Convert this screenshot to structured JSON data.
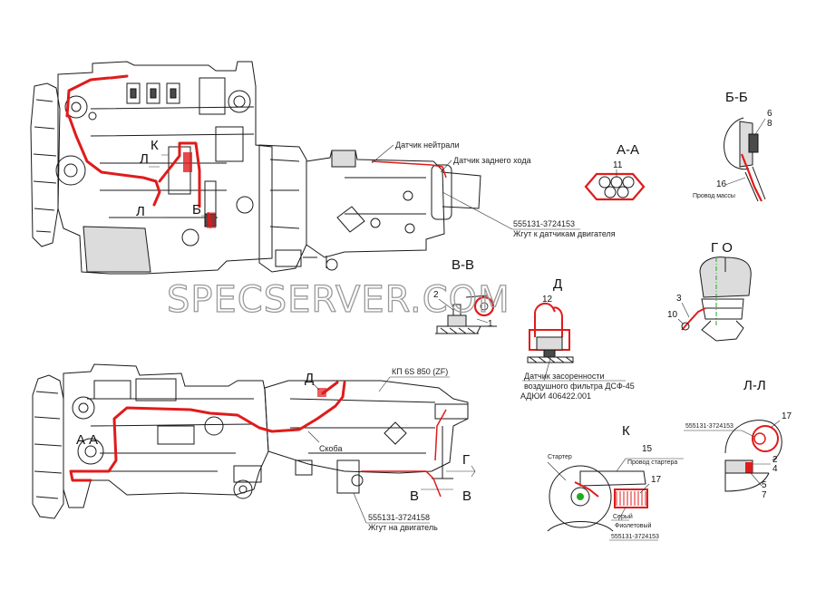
{
  "colors": {
    "wire": "#e01b1b",
    "ink": "#1a1a1a",
    "watermark": "#9a9a9a"
  },
  "watermark": "SPECSERVER.COM",
  "top_view": {
    "labels": {
      "sensor_neutral": "Датчик нейтрали",
      "sensor_reverse": "Датчик заднего хода",
      "harness_code": "555131-3724153",
      "harness_name": "Жгут к датчикам двигателя",
      "mark_k": "К",
      "mark_l1": "Л",
      "mark_l2": "Л",
      "mark_b": "Б"
    }
  },
  "bottom_view": {
    "labels": {
      "gearbox": "КП 6S 850 (ZF)",
      "bracket": "Скоба",
      "harness_code": "555131-3724158",
      "harness_name": "Жгут на двигатель",
      "mark_d": "Д",
      "mark_a1": "А",
      "mark_a2": "А",
      "mark_g": "Г",
      "mark_v1": "В",
      "mark_v2": "В"
    }
  },
  "sections": {
    "aa": {
      "title": "А-А",
      "num": "11"
    },
    "bb": {
      "title": "Б-Б",
      "num_6": "6",
      "num_8": "8",
      "num_16": "16",
      "wire_label": "Провод массы"
    },
    "vv": {
      "title": "В-В",
      "num_2": "2",
      "num_1": "1"
    },
    "go": {
      "title": "Г О",
      "num_3": "3",
      "num_10": "10"
    },
    "d": {
      "title": "Д",
      "num_12": "12",
      "caption_line1": "Датчик засоренности",
      "caption_line2": "воздушного фильтра ДСФ-45",
      "caption_line3": "АДЮИ 406422.001"
    },
    "k": {
      "title": "К",
      "num_15": "15",
      "num_17": "17",
      "starter": "Стартер",
      "starter_wire": "Провод стартера",
      "grey": "Серый",
      "violet": "Фиолетовый",
      "harness_code": "555131-3724153"
    },
    "ll": {
      "title": "Л-Л",
      "harness_code": "555131-3724153",
      "num_17": "17",
      "num_2": "2",
      "num_4": "4",
      "num_5": "5",
      "num_7": "7"
    }
  }
}
